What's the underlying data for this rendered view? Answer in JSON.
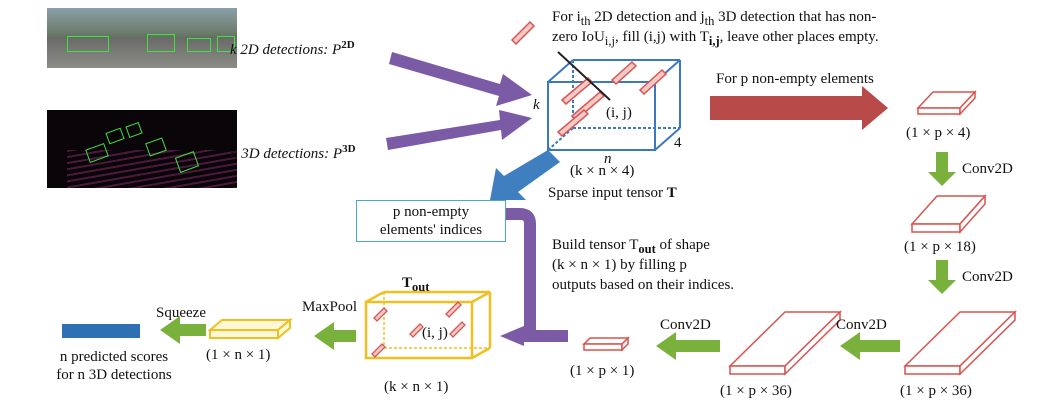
{
  "inputs": {
    "det2d_label": "k 2D detections: P",
    "det2d_sup": "2D",
    "det3d_label": "n 3D detections: P",
    "det3d_sup": "3D"
  },
  "instruction_line1": "For i",
  "instruction_line1_sub": "th",
  "instruction_line1_rest": " 2D detection and j",
  "instruction_line1_sub2": "th",
  "instruction_line1_end": " 3D detection that has non-",
  "instruction_line2": "zero IoU",
  "instruction_line2_sub": "i,j",
  "instruction_line2_end": ", fill (i,j) with T",
  "instruction_line2_bold_sub": "i,j",
  "instruction_line2_tail": ", leave other places empty.",
  "sparse_tensor": {
    "k_label": "k",
    "n_label": "n",
    "four_label": "4",
    "ij_label": "(i, j)",
    "shape": "(k × n × 4)",
    "caption": "Sparse input tensor ",
    "caption_bold": "T"
  },
  "nonempty_label": "For p non-empty elements",
  "indices_box": [
    "p non-empty",
    "elements' indices"
  ],
  "build_text": [
    "Build tensor  T",
    "out",
    "  of shape",
    "(k × n × 1)  by  filling  p",
    "outputs based on their indices."
  ],
  "pipeline": {
    "s1": "(1 × p × 4)",
    "conv1": "Conv2D",
    "s2": "(1 × p × 18)",
    "conv2": "Conv2D",
    "s3": "(1 × p × 36)",
    "conv3": "Conv2D",
    "s4": "(1 × p × 36)",
    "conv4": "Conv2D",
    "s5": "(1 × p × 1)"
  },
  "tout": {
    "title": "T",
    "title_sub": "out",
    "ij_label": "(i, j)",
    "shape": "(k × n × 1)"
  },
  "maxpool": "MaxPool",
  "squeeze": "Squeeze",
  "pooled_shape": "(1 × n × 1)",
  "output_label": [
    "n predicted scores",
    "for n 3D detections"
  ],
  "colors": {
    "purple": "#7b5aa6",
    "red": "#b94a4a",
    "blue_arrow": "#3f7fbf",
    "green": "#7ab03c",
    "cube_blue": "#3b78c4",
    "slab_red": "#d9534f",
    "tout_yellow": "#f0c020",
    "output_blue": "#2f6fb4"
  }
}
